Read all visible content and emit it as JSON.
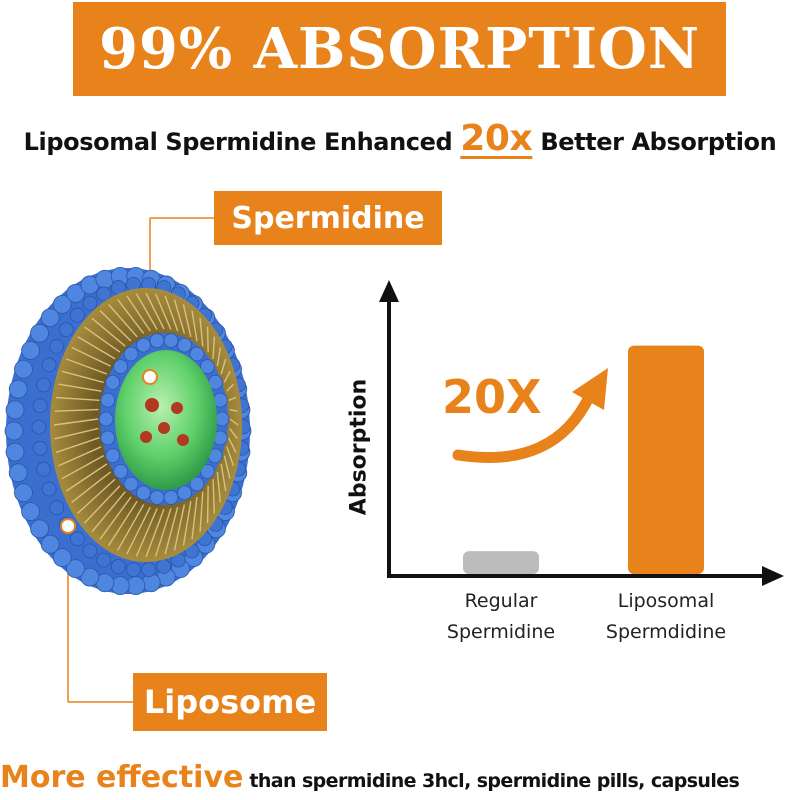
{
  "banner": {
    "title": "99% ABSORPTION"
  },
  "headline": {
    "before": "Liposomal Spermidine Enhanced ",
    "highlight": "20x",
    "after": " Better Absorption"
  },
  "labels": {
    "spermidine": "Spermidine",
    "liposome": "Liposome"
  },
  "footer": {
    "lead": "More effective",
    "rest": " than spermidine 3hcl, spermidine pills, capsules"
  },
  "colors": {
    "accent": "#e8821a",
    "regular_bar": "#bcbcbc",
    "liposome_outer": "#3a6fd0",
    "core": "#5fd06a"
  },
  "chart_data": {
    "type": "bar",
    "title": "",
    "xlabel": "",
    "ylabel": "Absorption",
    "categories": [
      "Regular\nSpermidine",
      "Liposomal\nSpermdidine"
    ],
    "category_lines": [
      [
        "Regular",
        "Spermidine"
      ],
      [
        "Liposomal",
        "Spermdidine"
      ]
    ],
    "values": [
      1,
      10
    ],
    "ylim": [
      0,
      12
    ],
    "annotation": "20X",
    "grid": false,
    "legend": "none"
  }
}
